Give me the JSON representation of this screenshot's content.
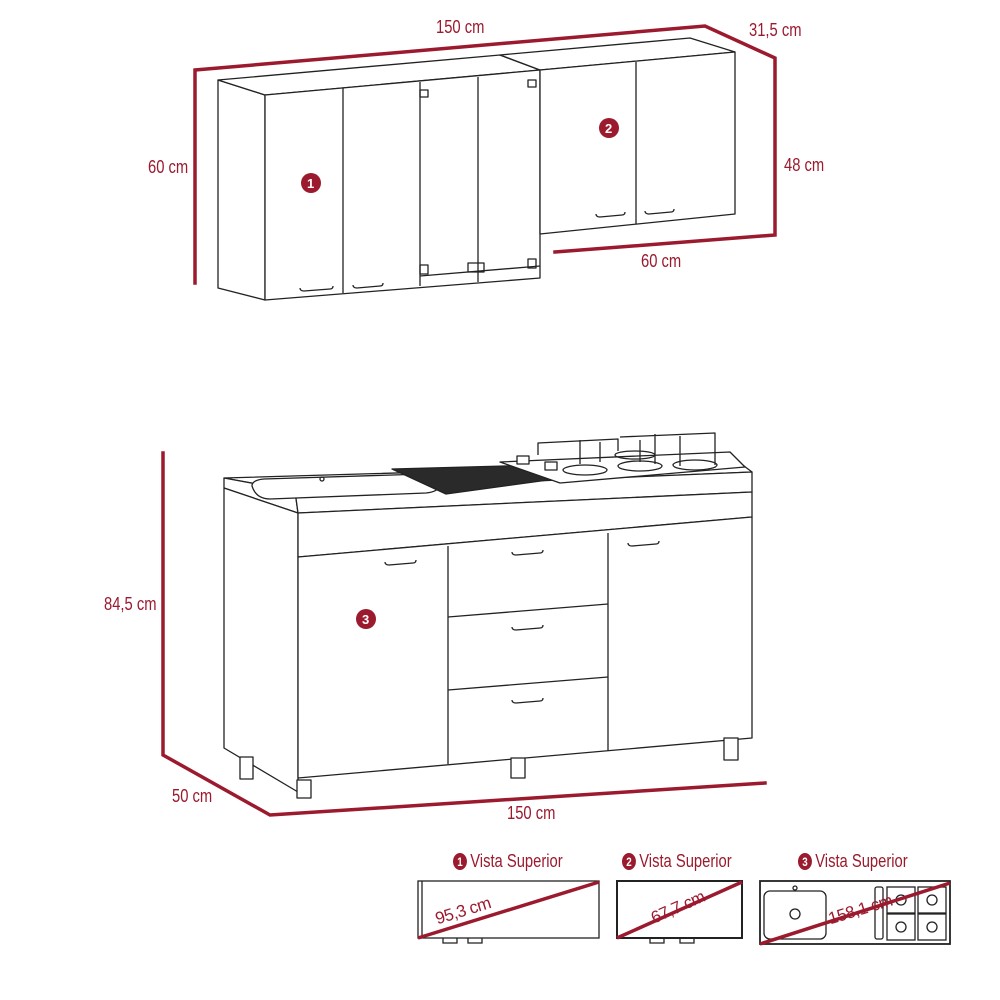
{
  "colors": {
    "accent": "#9b1a2e",
    "line": "#222222",
    "background": "#ffffff"
  },
  "upper_cabinets": {
    "width_label": "150 cm",
    "depth_label": "31,5 cm",
    "height_left_label": "60 cm",
    "height_right_label": "48 cm",
    "module2_width_label": "60 cm",
    "module1_badge": "1",
    "module2_badge": "2"
  },
  "base_cabinet": {
    "height_label": "84,5 cm",
    "depth_label": "50 cm",
    "width_label": "150 cm",
    "badge": "3",
    "features": [
      "sink",
      "drainboard",
      "4-burner gas cooktop",
      "2 doors",
      "3 drawers"
    ]
  },
  "top_views": [
    {
      "badge": "1",
      "title": "Vista Superior",
      "diagonal_label": "95,3 cm"
    },
    {
      "badge": "2",
      "title": "Vista Superior",
      "diagonal_label": "67,7 cm"
    },
    {
      "badge": "3",
      "title": "Vista Superior",
      "diagonal_label": "158,1 cm"
    }
  ]
}
